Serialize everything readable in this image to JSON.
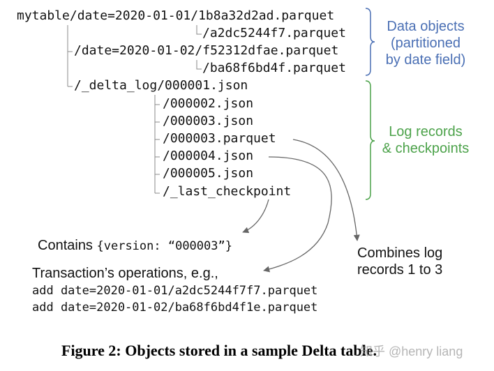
{
  "tree": {
    "root_line": "mytable/date=2020-01-01/1b8a32d2ad.parquet",
    "file_a2dc": "/a2dc5244f7.parquet",
    "date_0102": "/date=2020-01-02/f52312dfae.parquet",
    "file_ba68": "/ba68f6bd4f.parquet",
    "delta_log": "/_delta_log/000001.json",
    "log_000002": "/000002.json",
    "log_000003": "/000003.json",
    "log_000003_parquet": "/000003.parquet",
    "log_000004": "/000004.json",
    "log_000005": "/000005.json",
    "last_checkpoint": "/_last_checkpoint"
  },
  "labels": {
    "data_objects": "Data objects\n(partitioned\nby date field)",
    "log_records": "Log records\n& checkpoints"
  },
  "notes": {
    "contains_label": "Contains ",
    "contains_value": "{version: “000003”}",
    "combines": "Combines log\nrecords 1 to 3",
    "transaction_label": "Transaction’s operations, e.g.,",
    "transaction_op1": "add date=2020-01-01/a2dc5244f7f7.parquet",
    "transaction_op2": "add date=2020-01-02/ba68f6bd4f1e.parquet"
  },
  "caption": "Figure 2: Objects stored in a sample Delta table.",
  "watermark": "知乎 @henry liang",
  "colors": {
    "data_objects": "#4a6fb4",
    "log_records": "#4ca24a",
    "tree_lines": "#888888",
    "arrows": "#666666"
  }
}
